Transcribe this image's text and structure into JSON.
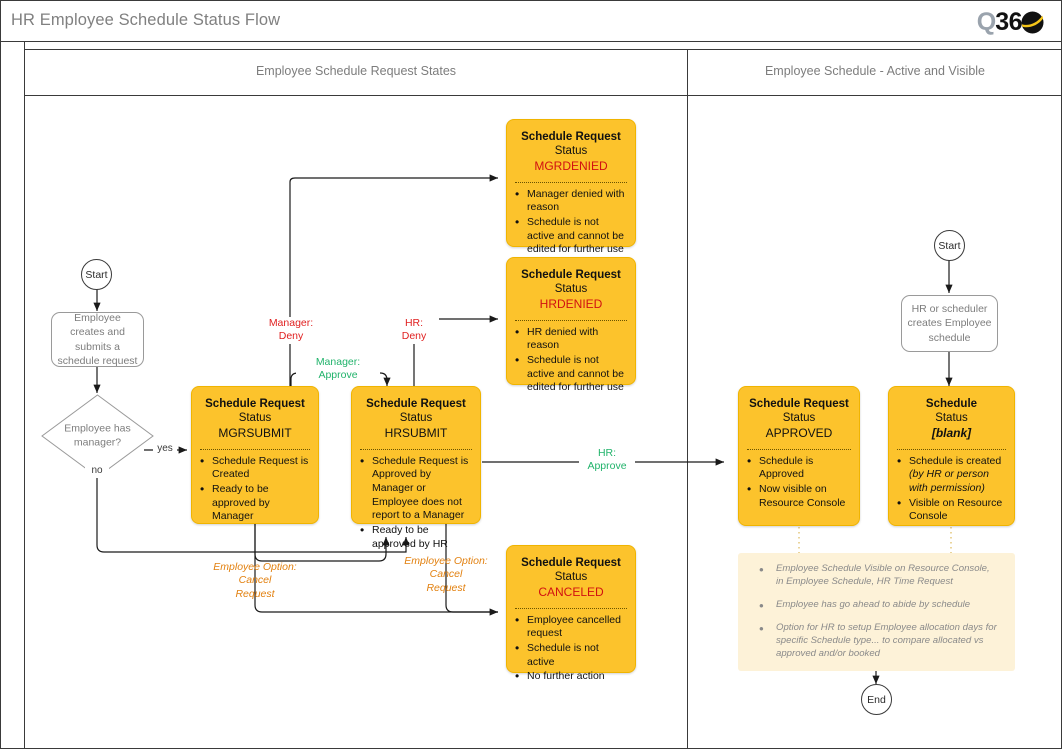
{
  "document": {
    "title": "HR Employee Schedule Status Flow",
    "logo": {
      "q": "Q",
      "digits": "36",
      "ball": "0"
    }
  },
  "lanes": [
    {
      "id": "lane-request-states",
      "label": "Employee Schedule Request States"
    },
    {
      "id": "lane-active-visible",
      "label": "Employee Schedule - Active and Visible"
    }
  ],
  "terminators": {
    "start_left": "Start",
    "start_right": "Start",
    "end_right": "End"
  },
  "processes": {
    "employee_creates": "Employee creates and submits a schedule request",
    "hr_creates": "HR or scheduler creates Employee schedule"
  },
  "decisions": {
    "has_manager": "Employee has manager?",
    "yes": "yes",
    "no": "no"
  },
  "states": [
    {
      "id": "mgrdenied",
      "title": "Schedule Request",
      "subtitle": "Status",
      "status": "MGRDENIED",
      "status_color": "#d11111",
      "bullets": [
        "Manager denied with reason",
        "Schedule is not active and cannot be edited for further use"
      ]
    },
    {
      "id": "hrdenied",
      "title": "Schedule Request",
      "subtitle": "Status",
      "status": "HRDENIED",
      "status_color": "#d11111",
      "bullets": [
        "HR denied with reason",
        "Schedule is not active and cannot be edited for further use"
      ]
    },
    {
      "id": "mgrsubmit",
      "title": "Schedule Request",
      "subtitle": "Status",
      "status": "MGRSUBMIT",
      "status_color": "#111111",
      "bullets": [
        "Schedule Request is Created",
        "Ready to be approved by Manager"
      ]
    },
    {
      "id": "hrsubmit",
      "title": "Schedule Request",
      "subtitle": "Status",
      "status": "HRSUBMIT",
      "status_color": "#111111",
      "bullets": [
        "Schedule Request is Approved by Manager or Employee does not report to a Manager",
        "Ready to be approved by HR"
      ]
    },
    {
      "id": "canceled",
      "title": "Schedule Request",
      "subtitle": "Status",
      "status": "CANCELED",
      "status_color": "#d11111",
      "bullets": [
        "Employee cancelled request",
        "Schedule is not active",
        "No further action"
      ]
    },
    {
      "id": "approved",
      "title": "Schedule Request",
      "subtitle": "Status",
      "status": "APPROVED",
      "status_color": "#111111",
      "bullets": [
        "Schedule is Approved",
        "Now visible on Resource Console"
      ]
    },
    {
      "id": "schedule-blank",
      "title": "Schedule",
      "subtitle": "Status",
      "status": "[blank]",
      "status_color": "#111111",
      "bullets_html": [
        "Schedule is created <i>(by HR or person with permission)</i>",
        "Visible on Resource Console"
      ]
    }
  ],
  "edge_labels": {
    "manager_deny": "Manager:\nDeny",
    "manager_approve": "Manager:\nApprove",
    "hr_deny": "HR:\nDeny",
    "hr_approve": "HR:\nApprove",
    "cancel_left": "Employee Option:\nCancel\nRequest",
    "cancel_right": "Employee Option:\nCancel\nRequest"
  },
  "note": {
    "bullets": [
      "Employee Schedule Visible on Resource Console, in Employee Schedule, HR Time Request",
      "Employee has go ahead to abide by schedule",
      "Option for HR to setup Employee allocation days for specific Schedule type... to compare allocated vs approved and/or booked"
    ]
  },
  "colors": {
    "state_fill": "#FCC32C",
    "note_fill": "#FDF2D8",
    "deny_red": "#e02020",
    "approve_green": "#21b36b",
    "cancel_orange": "#E2800F",
    "muted_text": "#7d7d7d"
  }
}
